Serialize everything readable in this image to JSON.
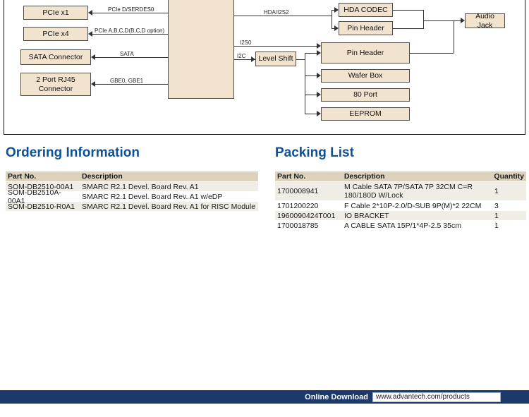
{
  "diagram": {
    "left_boxes": [
      "PCIe x1",
      "PCIe x4",
      "SATA Connector",
      "2 Port RJ45 Connector"
    ],
    "bus_labels": {
      "pcie_d": "PCIe D/SERDES0",
      "pcie_abcd": "PCIe A,B,C,D(B,C,D option)",
      "sata": "SATA",
      "gbe": "GBE0, GBE1",
      "hda": "HDA/I2S2",
      "i2s0": "I2S0",
      "i2c": "I2C"
    },
    "audio_boxes": {
      "hda_codec": "HDA CODEC",
      "pin_header": "Pin Header",
      "audio_jack": "Audio Jack"
    },
    "level_shift": "Level Shift",
    "io_boxes": [
      "Pin Header",
      "Wafer Box",
      "80 Port",
      "EEPROM"
    ]
  },
  "ordering": {
    "title": "Ordering Information",
    "headers": [
      "Part No.",
      "Description"
    ],
    "rows": [
      {
        "part": "SOM-DB2510-00A1",
        "desc": "SMARC R2.1 Devel. Board Rev. A1"
      },
      {
        "part": "SOM-DB2510A-00A1",
        "desc": "SMARC R2.1 Devel. Board Rev. A1 w/eDP"
      },
      {
        "part": "SOM-DB2510-R0A1",
        "desc": "SMARC R2.1 Devel. Board Rev. A1 for RISC Module"
      }
    ]
  },
  "packing": {
    "title": "Packing List",
    "headers": [
      "Part No.",
      "Description",
      "Quantity"
    ],
    "rows": [
      {
        "part": "1700008941",
        "desc": "M Cable SATA 7P/SATA 7P 32CM C=R 180/180D W/Lock",
        "qty": "1"
      },
      {
        "part": "1701200220",
        "desc": "F Cable 2*10P-2.0/D-SUB 9P(M)*2 22CM",
        "qty": "3"
      },
      {
        "part": "1960090424T001",
        "desc": "IO BRACKET",
        "qty": "1"
      },
      {
        "part": "1700018785",
        "desc": "A CABLE SATA 15P/1*4P-2.5 35cm",
        "qty": "1"
      }
    ]
  },
  "footer": {
    "label": "Online Download",
    "url": "www.advantech.com/products"
  },
  "colors": {
    "heading_blue": "#0d5296",
    "footer_navy": "#1b3a6b",
    "box_fill": "#f2e3cf",
    "table_header_fill": "#ddd2bc"
  }
}
